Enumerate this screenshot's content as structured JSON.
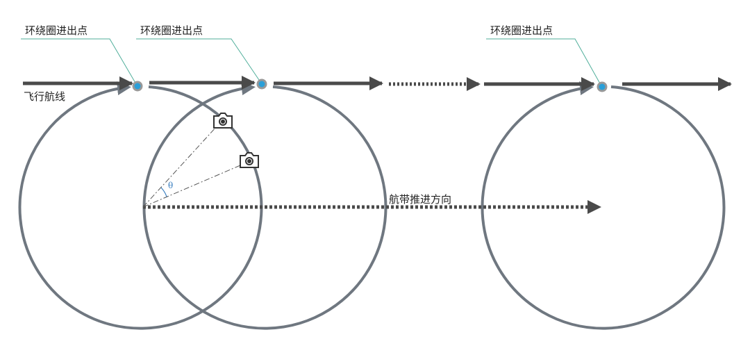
{
  "labels": {
    "entry_exit_1": "环绕圈进出点",
    "entry_exit_2": "环绕圈进出点",
    "entry_exit_3": "环绕圈进出点",
    "flight_route": "飞行航线",
    "strip_direction": "航带推进方向",
    "angle": "θ"
  },
  "colors": {
    "circle": "#6f7780",
    "arrow": "#4a4a4a",
    "dot": "#2a9fd8",
    "callout": "#4fae9a",
    "angle": "#3a7fc0"
  }
}
